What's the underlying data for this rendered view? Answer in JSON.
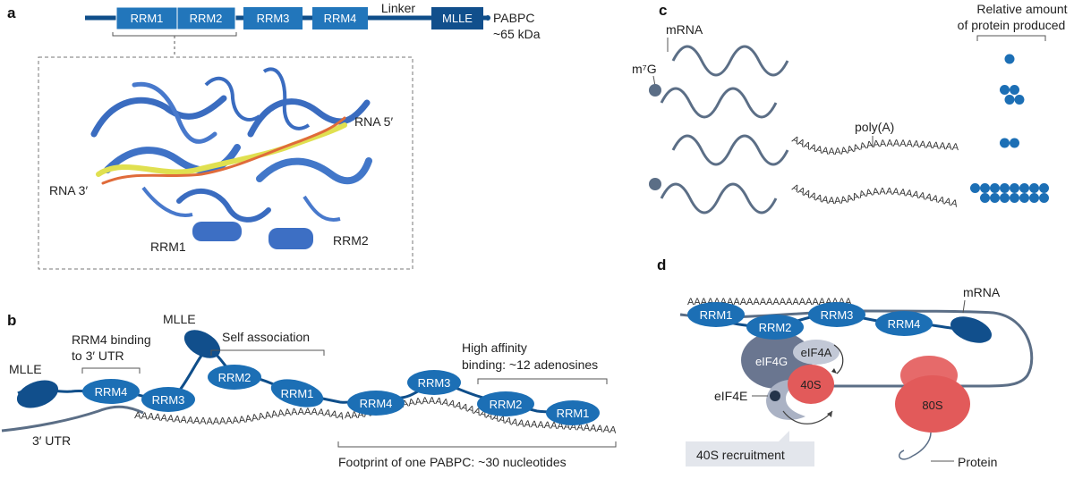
{
  "panels": {
    "a": "a",
    "b": "b",
    "c": "c",
    "d": "d"
  },
  "colors": {
    "domain": "#1c6fb5",
    "domain_dark": "#0f4e8a",
    "rna_line": "#5b6e86",
    "ribosome": "#e05a5a",
    "eif_grey": "#8791a3"
  },
  "a": {
    "domains": [
      "RRM1",
      "RRM2",
      "RRM3",
      "RRM4",
      "MLLE"
    ],
    "linker": "Linker",
    "protein": "PABPC",
    "size": "~65 kDa",
    "rna5": "RNA 5′",
    "rna3": "RNA 3′",
    "rrm1": "RRM1",
    "rrm2": "RRM2"
  },
  "b": {
    "mlle": "MLLE",
    "mlle2": "MLLE",
    "rrm4_binding_1": "RRM4 binding",
    "rrm4_binding_2": "to 3′ UTR",
    "self_association": "Self association",
    "high_affinity_1": "High affinity",
    "high_affinity_2": "binding: ~12 adenosines",
    "utr": "3′ UTR",
    "footprint": "Footprint of one PABPC: ~30 nucleotides",
    "polyA_1": "AAAAAAAAAAAAAAAAAAAAAAAAAAAAAAAAAAAA",
    "polyA_2": "AAAAAAAAAAAAAAAAAAAAAAAAAAAAAAAAAAAAAAAAAAAA",
    "domains": {
      "rrm4a": "RRM4",
      "rrm3a": "RRM3",
      "rrm2a": "RRM2",
      "rrm1a": "RRM1",
      "rrm4b": "RRM4",
      "rrm3b": "RRM3",
      "rrm2b": "RRM2",
      "rrm1b": "RRM1"
    }
  },
  "c": {
    "mrna": "mRNA",
    "m7g": "m⁷G",
    "polyA": "poly(A)",
    "relative_1": "Relative amount",
    "relative_2": "of protein produced",
    "polyA_seq_1": "AAAAAAAAAAAAAAAAAAAAAAAAAA",
    "polyA_seq_2": "AAAAAAAAAAAAAAAAAAAAAAAAAA",
    "dots": [
      1,
      4,
      2,
      15
    ]
  },
  "d": {
    "polyA": "AAAAAAAAAAAAAAAAAAAAAAAAA",
    "mrna": "mRNA",
    "rrm1": "RRM1",
    "rrm2": "RRM2",
    "rrm3": "RRM3",
    "rrm4": "RRM4",
    "eif4g": "eIF4G",
    "eif4a": "eIF4A",
    "eif4e": "eIF4E",
    "s40": "40S",
    "s80": "80S",
    "recruitment": "40S recruitment",
    "protein": "Protein"
  }
}
